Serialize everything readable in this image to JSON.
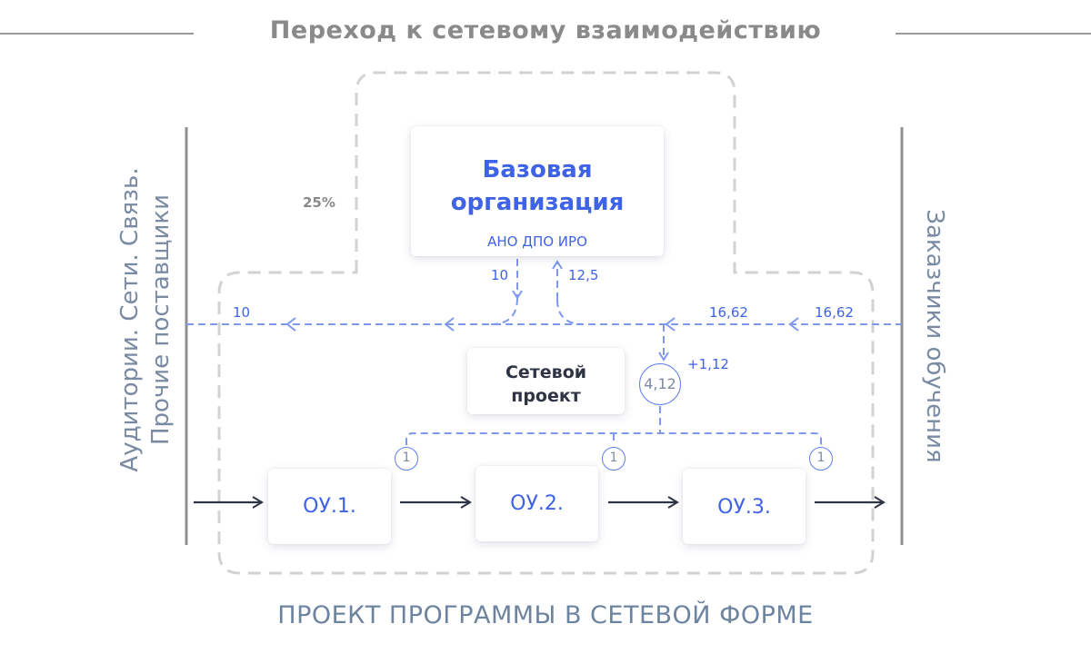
{
  "header": {
    "title": "Переход к сетевому взаимодействию"
  },
  "footer": {
    "title": "ПРОЕКТ ПРОГРАММЫ В СЕТЕВОЙ ФОРМЕ"
  },
  "left_side": {
    "label_line1": "Аудитории. Сети. Связь.",
    "label_line2": "Прочие поставщики"
  },
  "right_side": {
    "label": "Заказчики обучения"
  },
  "base_org": {
    "title_line1": "Базовая",
    "title_line2": "организация",
    "subtitle": "АНО ДПО ИРО"
  },
  "network_project": {
    "title_line1": "Сетевой",
    "title_line2": "проект",
    "circle_value": "4,12",
    "increment": "+1,12"
  },
  "flows": {
    "share_percent": "25%",
    "base_down": "10",
    "base_up": "12,5",
    "left_out": "10",
    "right_in_1": "16,62",
    "right_in_2": "16,62"
  },
  "nodes": [
    {
      "label": "ОУ.1.",
      "badge": "1"
    },
    {
      "label": "ОУ.2.",
      "badge": "1"
    },
    {
      "label": "ОУ.3.",
      "badge": "1"
    }
  ],
  "colors": {
    "accent": "#3f63e6",
    "dash_blue": "#7e98ee",
    "dash_gray": "#d2d2d2",
    "dark_arrow": "#2f3445",
    "muted": "#7a8aa3"
  }
}
